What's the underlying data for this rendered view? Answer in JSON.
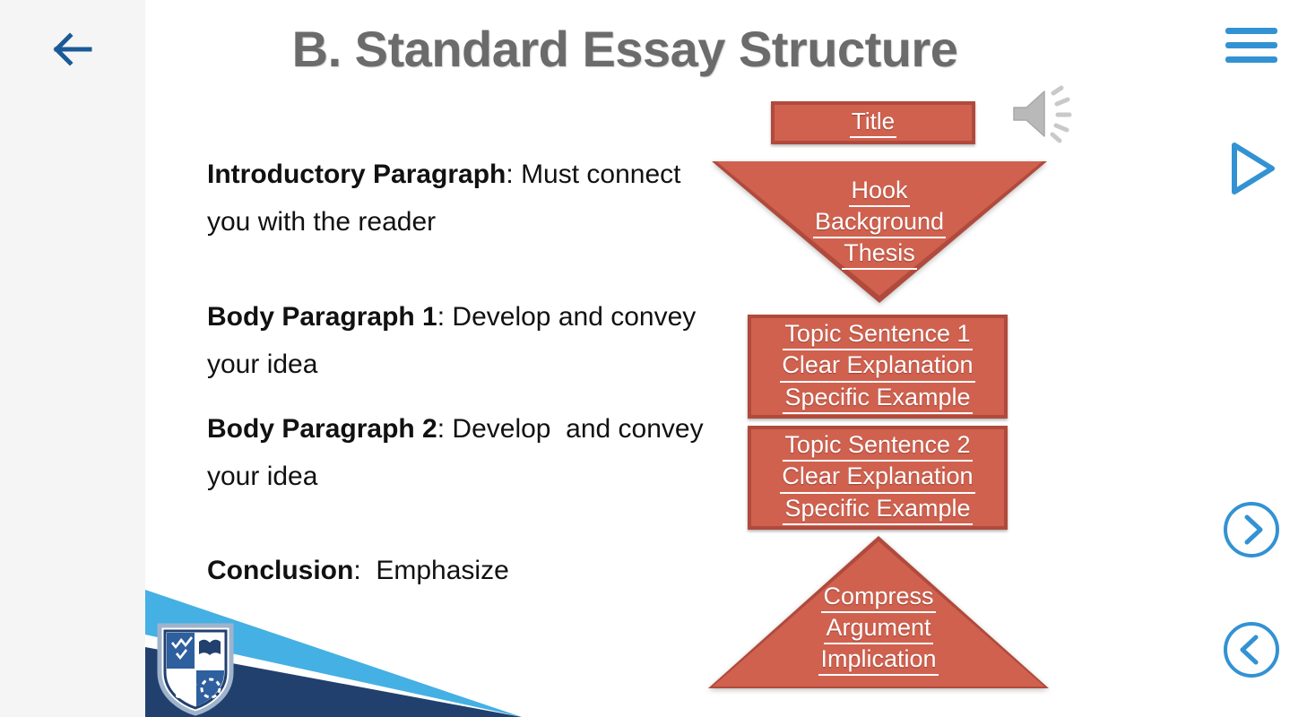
{
  "app": {
    "background_color": "#f5f5f5",
    "accent_color": "#3392d3",
    "shape_fill": "#d0614f",
    "shape_border": "#b04a3c",
    "title_color": "#6b6b6b"
  },
  "nav": {
    "back_icon": "arrow-left-icon",
    "menu_icon": "hamburger-menu-icon",
    "play_icon": "play-icon",
    "next_icon": "chevron-right-circle-icon",
    "prev_icon": "chevron-left-circle-icon"
  },
  "slide": {
    "title": "B. Standard Essay Structure",
    "audio_icon": "speaker-icon",
    "paragraphs": [
      {
        "label": "Introductory Paragraph",
        "separator": ": ",
        "text": "Must connect you with the reader"
      },
      {
        "label": "Body Paragraph 1",
        "separator": ": ",
        "text": "Develop and convey your idea"
      },
      {
        "label": "Body Paragraph 2",
        "separator": ": ",
        "text": "Develop  and convey your idea"
      },
      {
        "label": "Conclusion",
        "separator": ":  ",
        "text": "Emphasize"
      }
    ]
  },
  "diagram": {
    "title_box": {
      "lines": [
        "Title"
      ]
    },
    "intro_triangle": {
      "lines": [
        "Hook",
        "Background",
        "Thesis"
      ]
    },
    "body_box_1": {
      "lines": [
        "Topic Sentence 1",
        "Clear Explanation",
        "Specific Example"
      ]
    },
    "body_box_2": {
      "lines": [
        "Topic Sentence 2",
        "Clear Explanation",
        "Specific Example"
      ]
    },
    "conclusion_triangle": {
      "lines": [
        "Compress",
        "Argument",
        "Implication"
      ]
    }
  },
  "brand": {
    "logo_icon": "school-shield-logo"
  }
}
